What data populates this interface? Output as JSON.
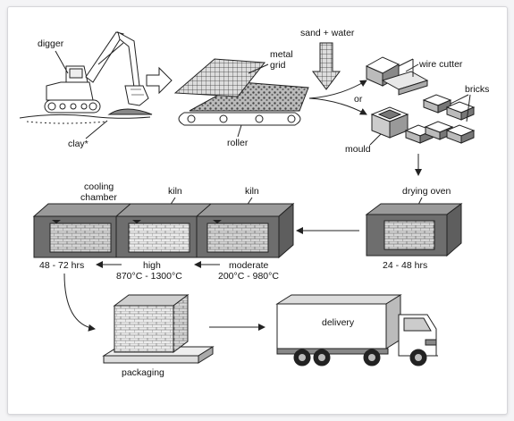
{
  "labels": {
    "digger": "digger",
    "clay": "clay*",
    "metal_grid_1": "metal",
    "metal_grid_2": "grid",
    "roller": "roller",
    "sand_water": "sand + water",
    "or": "or",
    "wire_cutter": "wire cutter",
    "bricks": "bricks",
    "mould": "mould",
    "drying_oven": "drying oven",
    "drying_time": "24 - 48 hrs",
    "cooling_1": "cooling",
    "cooling_2": "chamber",
    "kiln_high_label": "kiln",
    "kiln_moderate_label": "kiln",
    "cooling_time": "48 - 72 hrs",
    "high": "high",
    "high_temp": "870°C - 1300°C",
    "moderate": "moderate",
    "moderate_temp": "200°C - 980°C",
    "packaging": "packaging",
    "delivery": "delivery"
  },
  "colors": {
    "line": "#222222",
    "chamber_dark": "#6e6e6e",
    "chamber_mid": "#9a9a9a",
    "brick_light": "#e4e4e4",
    "brick_mid": "#c4c4c4"
  }
}
